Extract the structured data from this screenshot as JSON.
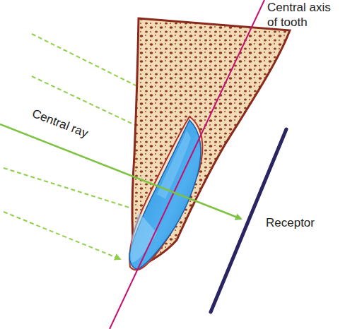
{
  "diagram": {
    "labels": [
      "Central axis of tooth",
      "Central ray",
      "Receptor"
    ]
  }
}
